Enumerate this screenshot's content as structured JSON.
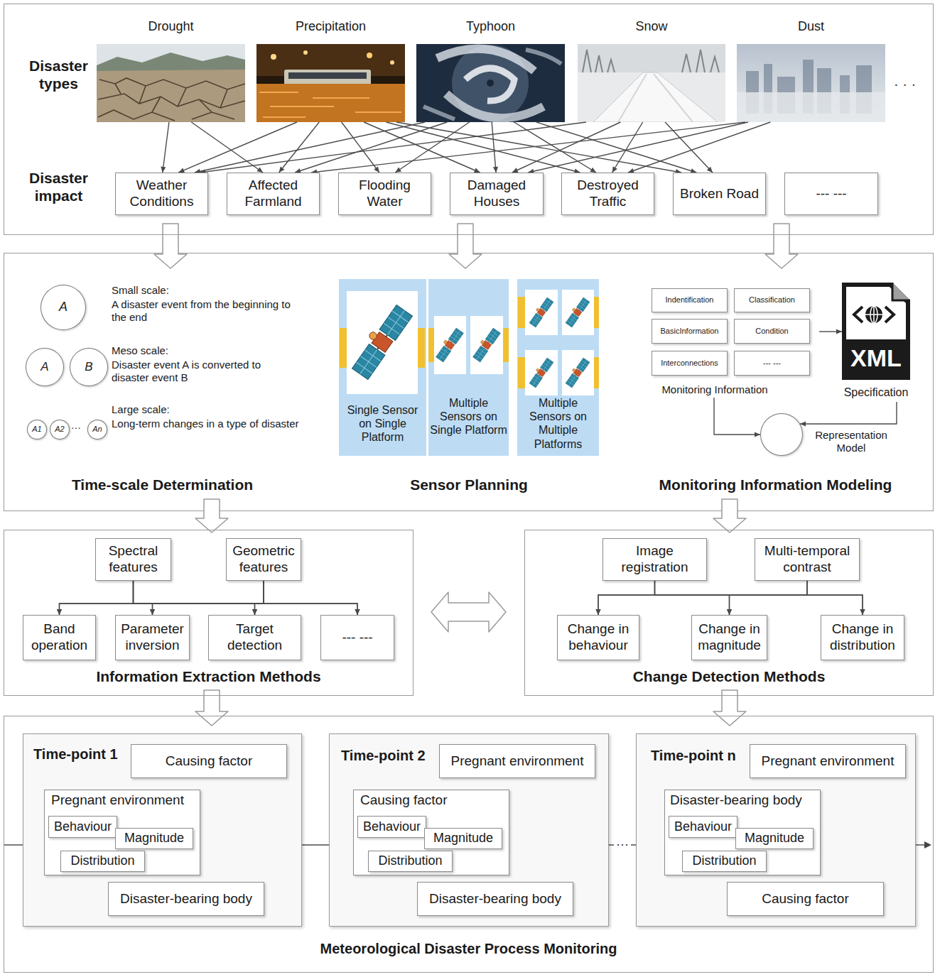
{
  "diagram": {
    "nodes": [
      {
        "text": [
          "Disaster types",
          "Disaster impact"
        ]
      },
      {
        "text": [
          "Drought"
        ],
        "in": 0
      },
      {
        "text": [
          "Precipitation"
        ],
        "in": 0
      },
      {
        "text": [
          "Typhoon"
        ],
        "in": 0
      },
      {
        "text": [
          "Snow"
        ],
        "in": 0
      },
      {
        "text": [
          "Dust"
        ],
        "in": 0
      },
      {
        "text": [
          "Weather Conditions"
        ],
        "in": 0
      },
      {
        "text": [
          "Affected Farmland"
        ],
        "in": 0
      },
      {
        "text": [
          "Flooding Water"
        ],
        "in": 0
      },
      {
        "text": [
          "Damaged Houses"
        ],
        "in": 0
      },
      {
        "text": [
          "Destroyed Traffic"
        ],
        "in": 0
      },
      {
        "text": [
          "Broken Road"
        ],
        "in": 0
      },
      {
        "text": [
          "--- ---"
        ],
        "in": 0
      },
      {
        "text": [
          "Small scale:",
          "A disaster event from the beginning to the end",
          "Meso scale:",
          "Disaster event A is converted to disaster event B",
          "Large scale:",
          "Long-term changes in a type of disaster",
          "Time-scale Determination"
        ]
      },
      {
        "text": [
          "A"
        ],
        "in": 13
      },
      {
        "text": [
          "A"
        ],
        "in": 13
      },
      {
        "text": [
          "B"
        ],
        "in": 13
      },
      {
        "text": [
          "A1"
        ],
        "in": 13
      },
      {
        "text": [
          "A2"
        ],
        "in": 13
      },
      {
        "text": [
          "An"
        ],
        "in": 13
      },
      {
        "text": [
          "Sensor Planning"
        ]
      },
      {
        "text": [
          "Single Sensor on Single Platform"
        ],
        "in": 20
      },
      {
        "text": [
          "Multiple Sensors on Single Platform"
        ],
        "in": 20
      },
      {
        "text": [
          "Multiple Sensors on Multiple Platforms"
        ],
        "in": 20
      },
      {
        "text": [
          "Monitoring Information Modeling"
        ]
      },
      {
        "text": [
          "Monitoring Information"
        ],
        "in": 24
      },
      {
        "text": [
          "Indentification"
        ],
        "in": 25
      },
      {
        "text": [
          "Classification"
        ],
        "in": 25
      },
      {
        "text": [
          "BasicInformation"
        ],
        "in": 25
      },
      {
        "text": [
          "Condition"
        ],
        "in": 25
      },
      {
        "text": [
          "Interconnections"
        ],
        "in": 25
      },
      {
        "text": [
          "--- ---"
        ],
        "in": 25
      },
      {
        "text": [
          "XML",
          "Specification"
        ],
        "in": 24
      },
      {
        "text": [
          "Representation Model"
        ],
        "in": 24
      },
      {
        "text": [
          "Information Extraction Methods"
        ]
      },
      {
        "text": [
          "Spectral features"
        ],
        "in": 34
      },
      {
        "text": [
          "Geometric features"
        ],
        "in": 34
      },
      {
        "text": [
          "Band operation"
        ],
        "in": 34
      },
      {
        "text": [
          "Parameter inversion"
        ],
        "in": 34
      },
      {
        "text": [
          "Target detection"
        ],
        "in": 34
      },
      {
        "text": [
          "--- ---"
        ],
        "in": 34
      },
      {
        "text": [
          "Change Detection Methods"
        ]
      },
      {
        "text": [
          "Image registration"
        ],
        "in": 41
      },
      {
        "text": [
          "Multi-temporal contrast"
        ],
        "in": 41
      },
      {
        "text": [
          "Change in behaviour"
        ],
        "in": 41
      },
      {
        "text": [
          "Change in magnitude"
        ],
        "in": 41
      },
      {
        "text": [
          "Change in distribution"
        ],
        "in": 41
      },
      {
        "text": [
          "Meteorological Disaster Process Monitoring"
        ]
      },
      {
        "text": [
          "Time-point 1"
        ],
        "in": 47
      },
      {
        "text": [
          "Causing factor"
        ],
        "in": 48
      },
      {
        "text": [
          "Pregnant environment"
        ],
        "in": 48
      },
      {
        "text": [
          "Behaviour"
        ],
        "in": 50
      },
      {
        "text": [
          "Magnitude"
        ],
        "in": 50
      },
      {
        "text": [
          "Distribution"
        ],
        "in": 50
      },
      {
        "text": [
          "Disaster-bearing body"
        ],
        "in": 48
      },
      {
        "text": [
          "Time-point 2"
        ],
        "in": 47
      },
      {
        "text": [
          "Pregnant environment"
        ],
        "in": 55
      },
      {
        "text": [
          "Causing factor"
        ],
        "in": 55
      },
      {
        "text": [
          "Behaviour"
        ],
        "in": 57
      },
      {
        "text": [
          "Magnitude"
        ],
        "in": 57
      },
      {
        "text": [
          "Distribution"
        ],
        "in": 57
      },
      {
        "text": [
          "Disaster-bearing body"
        ],
        "in": 55
      },
      {
        "text": [
          "Time-point n"
        ],
        "in": 47
      },
      {
        "text": [
          "Pregnant environment"
        ],
        "in": 62
      },
      {
        "text": [
          "Disaster-bearing body"
        ],
        "in": 62
      },
      {
        "text": [
          "Behaviour"
        ],
        "in": 64
      },
      {
        "text": [
          "Magnitude"
        ],
        "in": 64
      },
      {
        "text": [
          "Distribution"
        ],
        "in": 64
      },
      {
        "text": [
          "Causing factor"
        ],
        "in": 62
      }
    ],
    "edges": [
      {
        "from": 1,
        "to": 6,
        "arrow": "to"
      },
      {
        "from": 1,
        "to": 7,
        "arrow": "to"
      },
      {
        "from": 2,
        "to": 6,
        "arrow": "to"
      },
      {
        "from": 2,
        "to": 7,
        "arrow": "to"
      },
      {
        "from": 2,
        "to": 8,
        "arrow": "to"
      },
      {
        "from": 2,
        "to": 9,
        "arrow": "to"
      },
      {
        "from": 2,
        "to": 10,
        "arrow": "to"
      },
      {
        "from": 2,
        "to": 11,
        "arrow": "to"
      },
      {
        "from": 3,
        "to": 6,
        "arrow": "to"
      },
      {
        "from": 3,
        "to": 7,
        "arrow": "to"
      },
      {
        "from": 3,
        "to": 8,
        "arrow": "to"
      },
      {
        "from": 3,
        "to": 9,
        "arrow": "to"
      },
      {
        "from": 3,
        "to": 10,
        "arrow": "to"
      },
      {
        "from": 3,
        "to": 11,
        "arrow": "to"
      },
      {
        "from": 4,
        "to": 6,
        "arrow": "to"
      },
      {
        "from": 4,
        "to": 9,
        "arrow": "to"
      },
      {
        "from": 4,
        "to": 10,
        "arrow": "to"
      },
      {
        "from": 4,
        "to": 11,
        "arrow": "to"
      },
      {
        "from": 5,
        "to": 7,
        "arrow": "to"
      },
      {
        "from": 5,
        "to": 9,
        "arrow": "to"
      },
      {
        "from": 5,
        "to": 10,
        "arrow": "to"
      },
      {
        "from": 0,
        "to": 13,
        "arrow": "to"
      },
      {
        "from": 0,
        "to": 20,
        "arrow": "to"
      },
      {
        "from": 0,
        "to": 24,
        "arrow": "to"
      },
      {
        "from": 25,
        "to": 32,
        "arrow": "to"
      },
      {
        "from": 25,
        "to": 33,
        "arrow": "to"
      },
      {
        "from": 32,
        "to": 33,
        "arrow": "to"
      },
      {
        "from": 13,
        "to": 34,
        "arrow": "to"
      },
      {
        "from": 24,
        "to": 41,
        "arrow": "to"
      },
      {
        "from": 34,
        "to": 41,
        "arrow": "both"
      },
      {
        "from": 34,
        "to": 47,
        "arrow": "to"
      },
      {
        "from": 41,
        "to": 47,
        "arrow": "to"
      },
      {
        "from": 35,
        "to": 37,
        "arrow": "to"
      },
      {
        "from": 35,
        "to": 38,
        "arrow": "to"
      },
      {
        "from": 35,
        "to": 39,
        "arrow": "to"
      },
      {
        "from": 35,
        "to": 40,
        "arrow": "to"
      },
      {
        "from": 36,
        "to": 37,
        "arrow": "to"
      },
      {
        "from": 36,
        "to": 38,
        "arrow": "to"
      },
      {
        "from": 36,
        "to": 39,
        "arrow": "to"
      },
      {
        "from": 36,
        "to": 40,
        "arrow": "to"
      },
      {
        "from": 42,
        "to": 44,
        "arrow": "to"
      },
      {
        "from": 42,
        "to": 45,
        "arrow": "to"
      },
      {
        "from": 42,
        "to": 46,
        "arrow": "to"
      },
      {
        "from": 43,
        "to": 44,
        "arrow": "to"
      },
      {
        "from": 43,
        "to": 45,
        "arrow": "to"
      },
      {
        "from": 43,
        "to": 46,
        "arrow": "to"
      },
      {
        "from": 48,
        "to": 55,
        "arrow": "none"
      },
      {
        "from": 55,
        "to": 62,
        "arrow": "none",
        "label": "···"
      }
    ],
    "labels": [
      "· · ·",
      "···"
    ]
  }
}
